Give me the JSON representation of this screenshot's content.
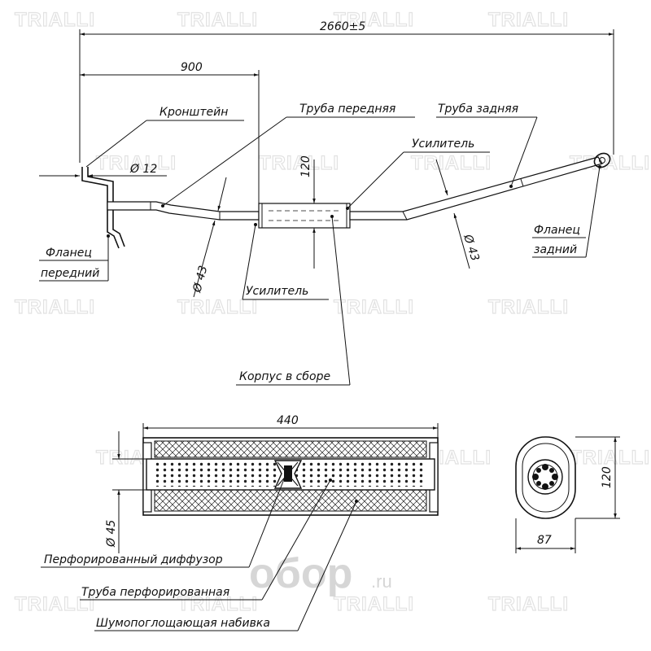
{
  "watermark": {
    "text": "TRIALLI"
  },
  "site_logo": {
    "text": "обор",
    "suffix": ".ru"
  },
  "dimensions": {
    "total_length": "2660±5",
    "front_length": "900",
    "bracket_dia": "Ø 12",
    "front_pipe_dia": "Ø 43",
    "rear_pipe_dia": "Ø 43",
    "body_height": "120",
    "section_length": "440",
    "diffuser_dia": "Ø 45",
    "end_height": "120",
    "end_width": "87"
  },
  "labels": {
    "bracket": "Кронштейн",
    "front_pipe": "Труба передняя",
    "rear_pipe": "Труба задняя",
    "reinforcement_top": "Усилитель",
    "front_flange_1": "Фланец",
    "front_flange_2": "передний",
    "rear_flange_1": "Фланец",
    "rear_flange_2": "задний",
    "reinforcement_bottom": "Усилитель",
    "body_assembly": "Корпус в сборе",
    "perforated_diffuser": "Перфорированный диффузор",
    "perforated_pipe": "Труба перфорированная",
    "sound_absorbing": "Шумопоглощающая набивка"
  }
}
